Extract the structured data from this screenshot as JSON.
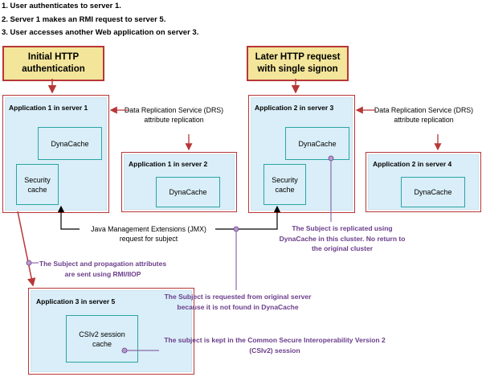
{
  "steps": [
    "1. User authenticates to server 1.",
    "2. Server 1 makes an RMI request to server 5.",
    "3. User accesses another Web application on server 3."
  ],
  "callouts": {
    "initial_http": "Initial HTTP authentication",
    "later_http": "Later HTTP request with single signon"
  },
  "servers": {
    "s1": {
      "title": "Application 1 in server 1",
      "dynacache": "DynaCache",
      "security_cache": "Security cache"
    },
    "s2": {
      "title": "Application 1 in server 2",
      "dynacache": "DynaCache"
    },
    "s3": {
      "title": "Application 2 in server 3",
      "dynacache": "DynaCache",
      "security_cache": "Security cache"
    },
    "s4": {
      "title": "Application 2 in server 4",
      "dynacache": "DynaCache"
    },
    "s5": {
      "title": "Application 3 in server 5",
      "csiv2": "CSIv2 session cache"
    }
  },
  "labels": {
    "drs_left": "Data Replication Service (DRS) attribute replication",
    "drs_right": "Data Replication Service (DRS) attribute replication",
    "jmx": "Java Management Extensions (JMX) request for subject"
  },
  "annotations": {
    "replicated": "The Subject is replicated using DynaCache in this cluster. No return to the original cluster",
    "rmi": "The Subject and propagation attributes are sent using RMI/IIOP",
    "requested": "The Subject is requested from original server because it is not found in DynaCache",
    "kept": "The subject is kept in the Common Secure Interoperability Version 2 (CSIv2) session"
  },
  "colors": {
    "server_border": "#b73737",
    "inner_fill": "#d9eef8",
    "component_border": "#2aa5a5",
    "callout_fill": "#f3e59a",
    "annotation": "#6b3d8a"
  }
}
